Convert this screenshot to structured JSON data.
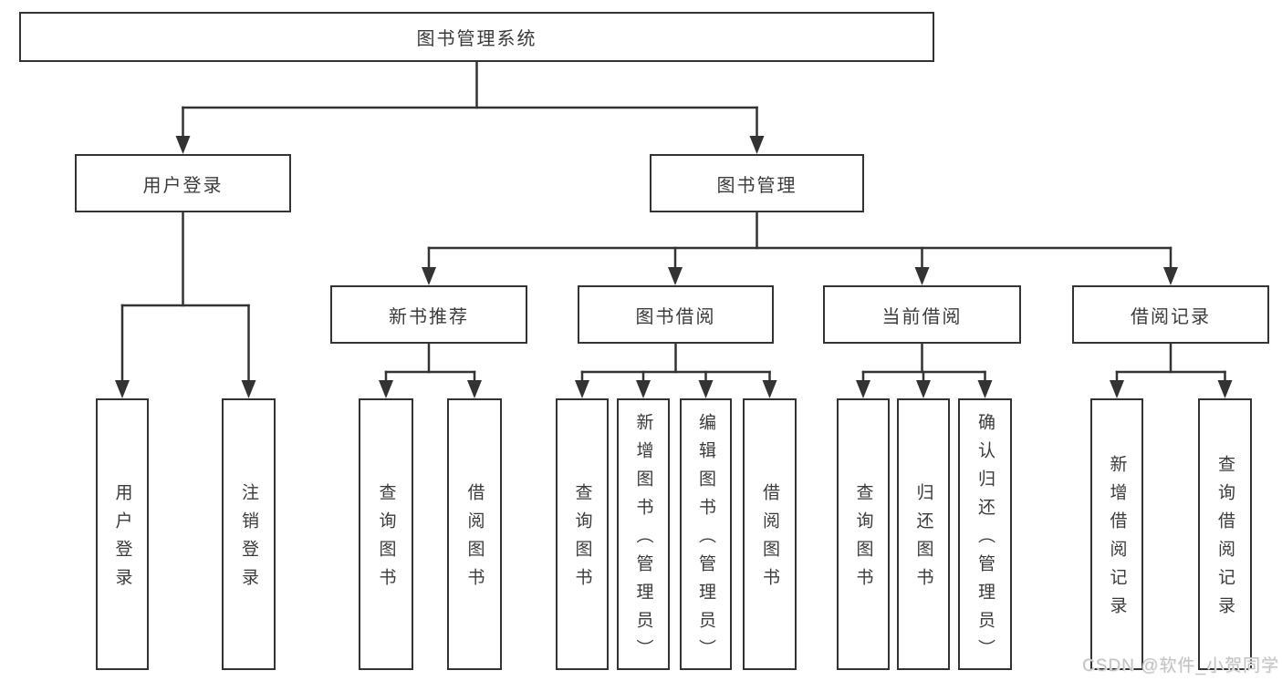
{
  "tree": {
    "root": "图书管理系统",
    "branches": [
      {
        "label": "用户登录",
        "children": [
          "用户登录",
          "注销登录"
        ]
      },
      {
        "label": "图书管理",
        "groups": [
          {
            "label": "新书推荐",
            "children": [
              "查询图书",
              "借阅图书"
            ]
          },
          {
            "label": "图书借阅",
            "children": [
              "查询图书",
              "新增图书（管理员）",
              "编辑图书（管理员）",
              "借阅图书"
            ]
          },
          {
            "label": "当前借阅",
            "children": [
              "查询图书",
              "归还图书",
              "确认归还（管理员）"
            ]
          },
          {
            "label": "借阅记录",
            "children": [
              "新增借阅记录",
              "查询借阅记录"
            ]
          }
        ]
      }
    ]
  },
  "watermark": "CSDN @软件_小贺同学",
  "colors": {
    "line": "#333333",
    "box_border": "#333333",
    "box_background": "#ffffff",
    "text": "#3b3b3b",
    "watermark": "#c3c3c3",
    "page_background": "#ffffff"
  }
}
